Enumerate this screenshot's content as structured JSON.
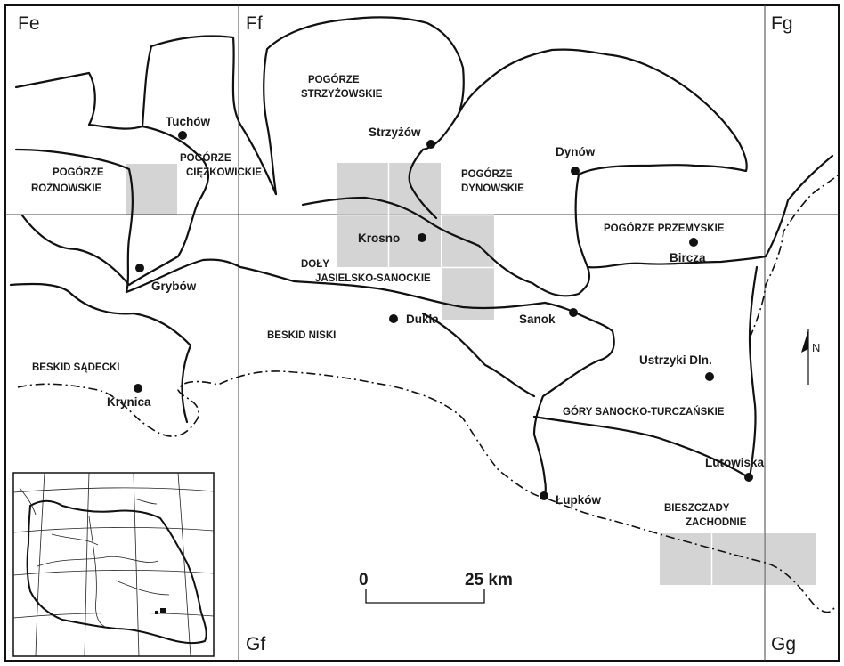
{
  "grid_labels": [
    "Fe",
    "Ff",
    "Fg",
    "Gf",
    "Gg"
  ],
  "regions": [
    "POGÓRZE",
    "STRZYŻOWSKIE",
    "POGÓRZE",
    "CIĘŻKOWICKIE",
    "POGÓRZE",
    "ROŻNOWSKIE",
    "POGÓRZE",
    "DYNOWSKIE",
    "POGÓRZE PRZEMYSKIE",
    "DOŁY",
    "JASIELSKO-SANOCKIE",
    "BESKID NISKI",
    "BESKID SĄDECKI",
    "GÓRY SANOCKO-TURCZAŃSKIE",
    "BIESZCZADY",
    "ZACHODNIE"
  ],
  "towns": [
    "Tuchów",
    "Strzyżów",
    "Dynów",
    "Krosno",
    "Bircza",
    "Grybów",
    "Dukla",
    "Sanok",
    "Ustrzyki Dln.",
    "Krynica",
    "Lutowiska",
    "Łupków"
  ],
  "scale": {
    "start": "0",
    "end": "25 km"
  },
  "north": "N",
  "colors": {
    "ink": "#111111",
    "shade": "#d4d4d4",
    "background": "#ffffff"
  }
}
